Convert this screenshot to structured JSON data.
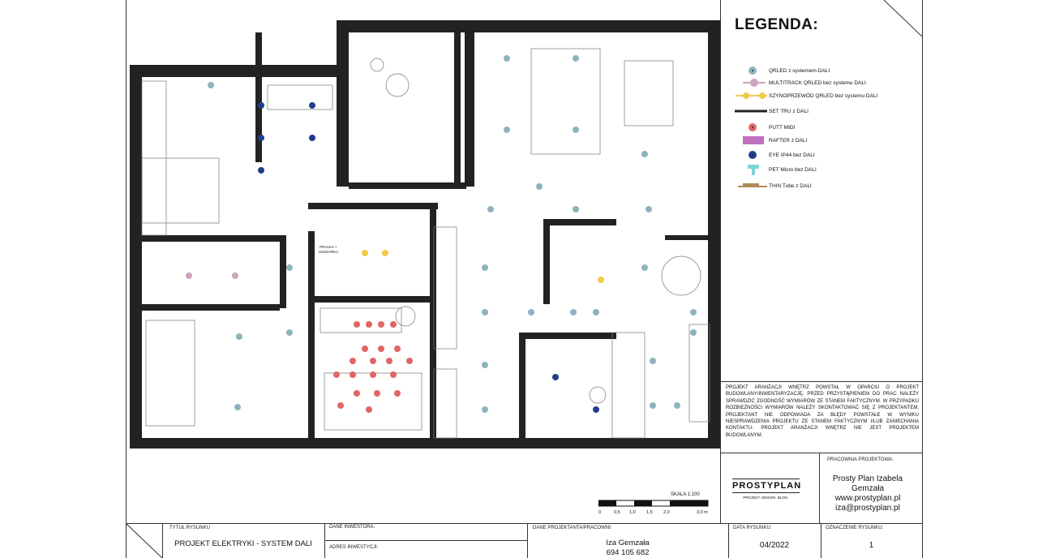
{
  "legend": {
    "title": "LEGENDA:",
    "items": [
      {
        "label": "QRLED z systemem DALI",
        "icon": "qrled-dali-icon",
        "color": "#8fb3bd"
      },
      {
        "label": "MULTITRACK QRLED bez systemu DALI",
        "icon": "multitrack-icon",
        "color": "#c9a6bb"
      },
      {
        "label": "SZYNOPRZEWÓD QRLED bez systemu DALI",
        "icon": "busbar-icon",
        "color": "#f2c94c"
      },
      {
        "label": "SET TRU z DALI",
        "icon": "set-tru-icon",
        "color": "#222222"
      },
      {
        "label": "PUTT MIDI",
        "icon": "putt-midi-icon",
        "color": "#e06666"
      },
      {
        "label": "RAFTER z DALI",
        "icon": "rafter-icon",
        "color": "#c070c0"
      },
      {
        "label": "EYE IP44 bez DALI",
        "icon": "eye-ip44-icon",
        "color": "#1f3f8a"
      },
      {
        "label": "PET Micro bez DALI",
        "icon": "pet-micro-icon",
        "color": "#7fd3d8"
      },
      {
        "label": "THIN Tube z DALI",
        "icon": "thin-tube-icon",
        "color": "#b08a5a"
      }
    ]
  },
  "plan_labels": {
    "laundry": "PRALKA + SUSZARKA"
  },
  "note": "Projekt aranżacji wnętrz powstał w oparciu o projekt budowlany/inwentaryzację. Przed przystąpieniem do prac należy sprawdzić zgodność wymiarów ze stanem faktycznym. W przypadku rozbieżności wymiarów należy skontaktować się z projektantem. Projektant nie odpowiada za błędy powstałe w wyniku niesprawdzenia projektu ze stanem faktycznym i/lub zaniechania kontaktu. Projekt aranżacji wnętrz nie jest projektem budowlanym.",
  "studio": {
    "heading": "PRACOWNIA PROJEKTOWA:",
    "logo_name": "PROSTYPLAN",
    "logo_tagline": "PROJEKT. DESIGN. BLOG.",
    "name": "Prosty Plan Izabela Gemzała",
    "website": "www.prostyplan.pl",
    "email": "iza@prostyplan.pl"
  },
  "scale": {
    "label": "SKALA  1:100",
    "ticks": [
      "0",
      "0,5",
      "1,0",
      "1,5",
      "2,0",
      "3,0 m"
    ]
  },
  "title_block": {
    "title_label": "TYTUŁ RYSUNKU",
    "title_value": "PROJEKT ELEKTRYKI - SYSTEM DALI",
    "investor_label": "DANE INWESTORA:",
    "address_label": "ADRES INWESTYCJI:",
    "designer_label": "DANE PROJEKTANTA/PRACOWNI:",
    "designer_name": "Iza Gemzała",
    "designer_phone": "694 105 682",
    "date_label": "DATA RYSUNKU:",
    "date_value": "04/2022",
    "number_label": "OZNACZENIE RYSUNKU:",
    "number_value": "1"
  }
}
